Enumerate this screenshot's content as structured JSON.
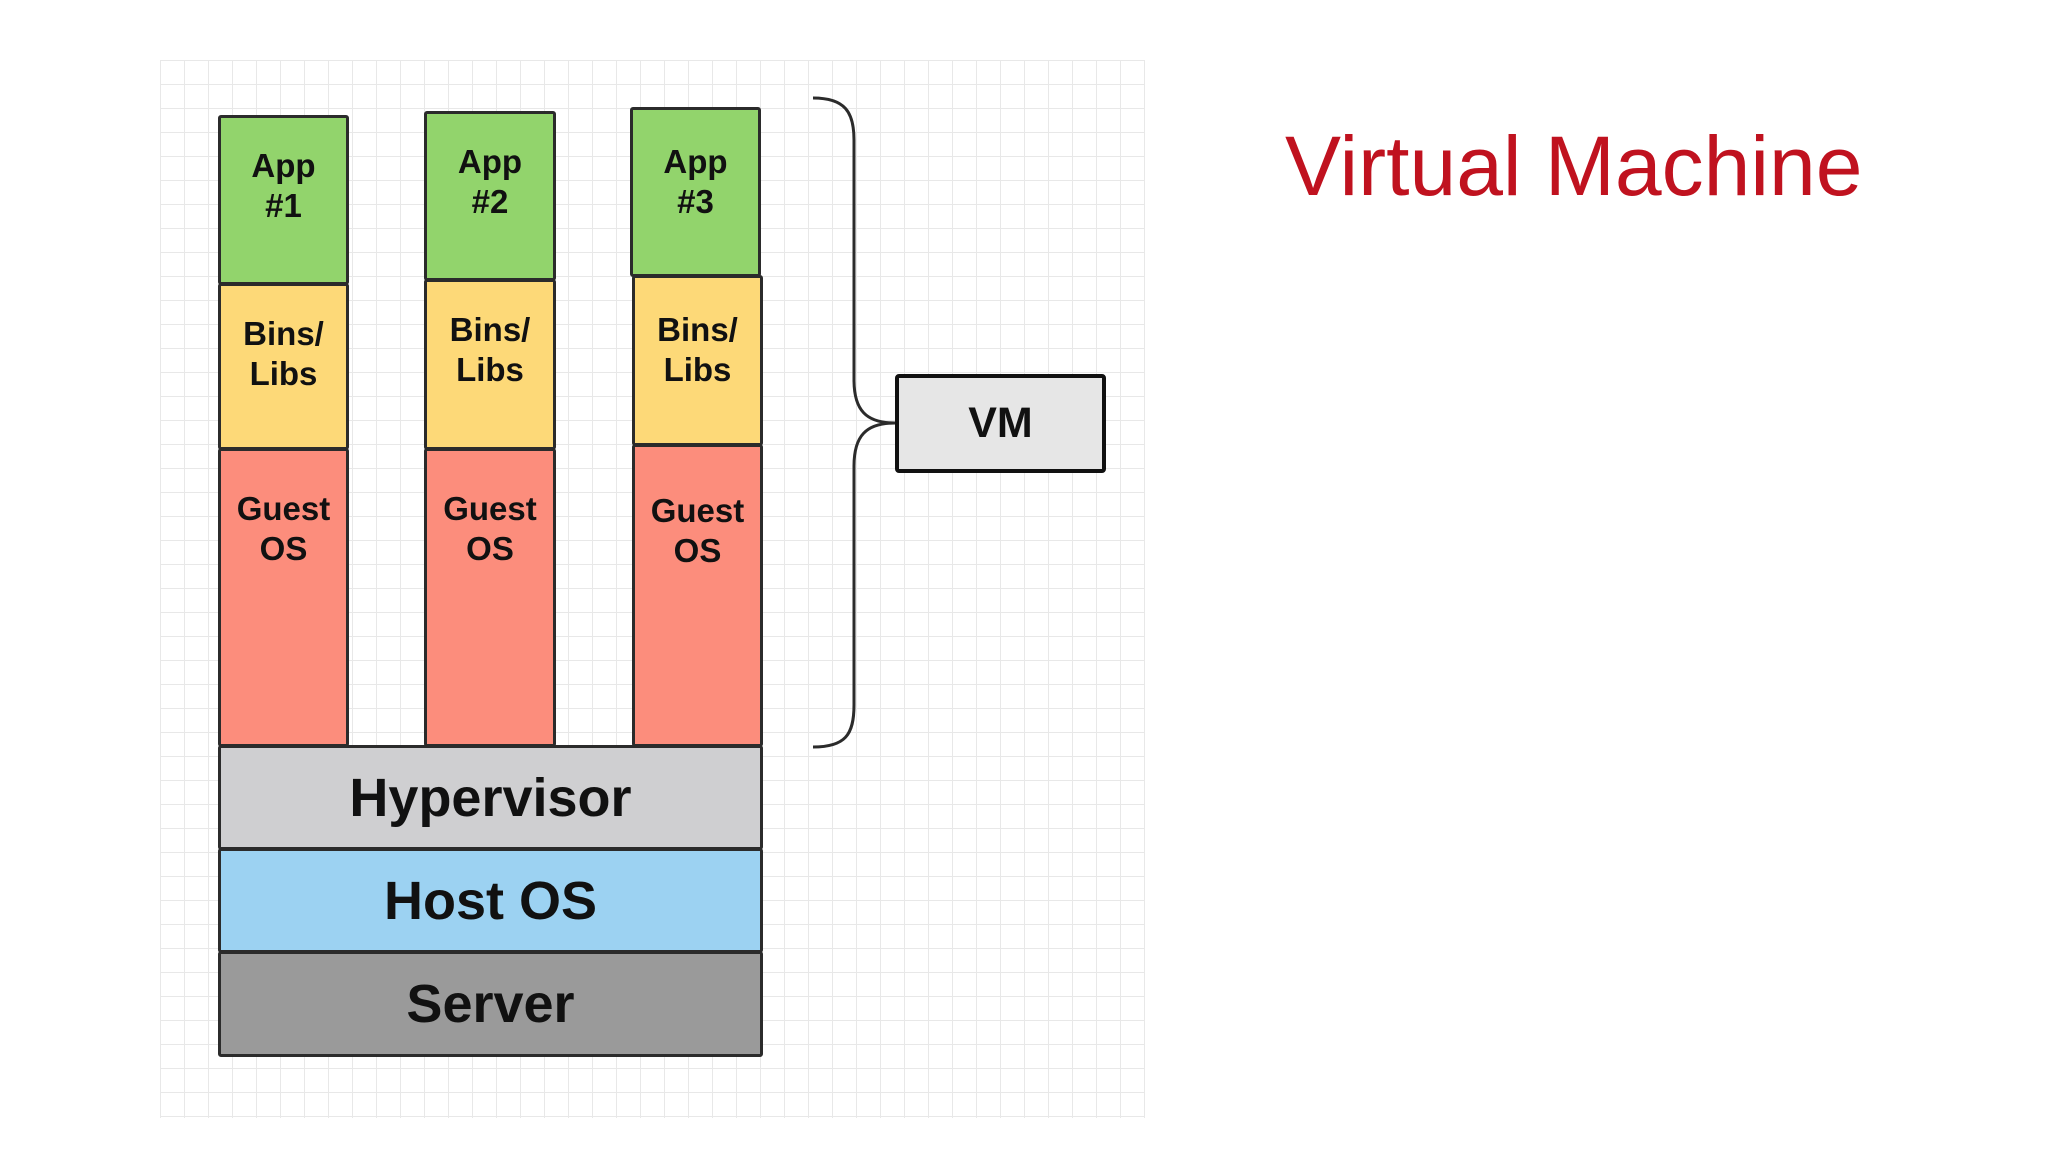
{
  "title": "Virtual Machine",
  "colors": {
    "title": "#c0121f",
    "app": "#92d46c",
    "bins_libs": "#fdd978",
    "guest_os": "#fc8d7c",
    "hypervisor": "#cfcfd1",
    "host_os": "#9cd2f2",
    "server": "#9a9a9a",
    "vm_box": "#e6e6e6"
  },
  "stacks": [
    {
      "app": "App\n#1",
      "bins_libs": "Bins/\nLibs",
      "guest_os": "Guest\nOS"
    },
    {
      "app": "App\n#2",
      "bins_libs": "Bins/\nLibs",
      "guest_os": "Guest\nOS"
    },
    {
      "app": "App\n#3",
      "bins_libs": "Bins/\nLibs",
      "guest_os": "Guest\nOS"
    }
  ],
  "layers": {
    "hypervisor": "Hypervisor",
    "host_os": "Host OS",
    "server": "Server"
  },
  "vm_label": "VM"
}
